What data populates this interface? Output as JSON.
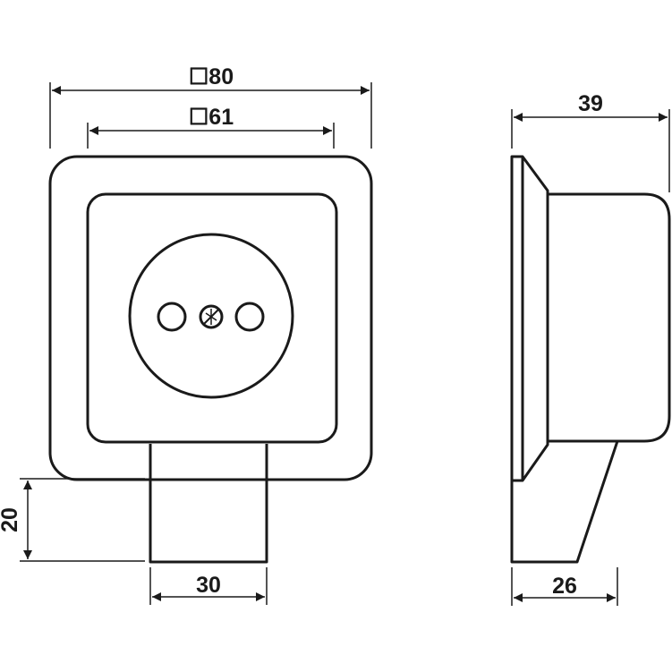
{
  "dimensions": {
    "outer_width": "☐80",
    "inner_width": "☐61",
    "depth": "39",
    "stem_height": "20",
    "stem_width": "30",
    "base_depth": "26"
  },
  "colors": {
    "line": "#1a1a1a",
    "background": "#ffffff"
  }
}
